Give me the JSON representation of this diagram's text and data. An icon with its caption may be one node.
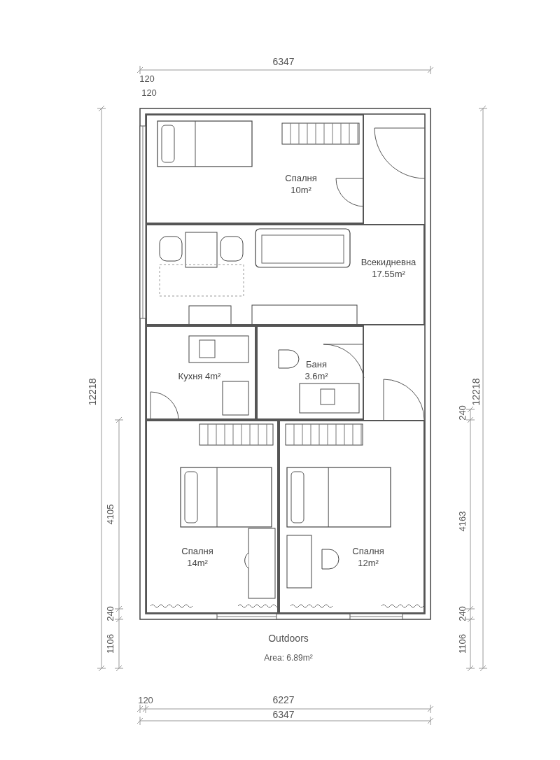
{
  "diagram": {
    "nodes": [
      {
        "text": [
          "Спалня",
          "10m²"
        ]
      },
      {
        "text": [
          "Всекидневна",
          "17.55m²"
        ]
      },
      {
        "text": [
          "Кухня 4m²"
        ]
      },
      {
        "text": [
          "Баня",
          "3.6m²"
        ]
      },
      {
        "text": [
          "Спалня",
          "14m²"
        ]
      },
      {
        "text": [
          "Спалня",
          "12m²"
        ]
      }
    ],
    "labels": [
      "6347",
      "120",
      "120",
      "12218",
      "12218",
      "240",
      "4105",
      "4163",
      "240",
      "240",
      "1106",
      "1106",
      "Outdoors",
      "Area: 6.89m²",
      "120",
      "6227",
      "6347"
    ]
  }
}
